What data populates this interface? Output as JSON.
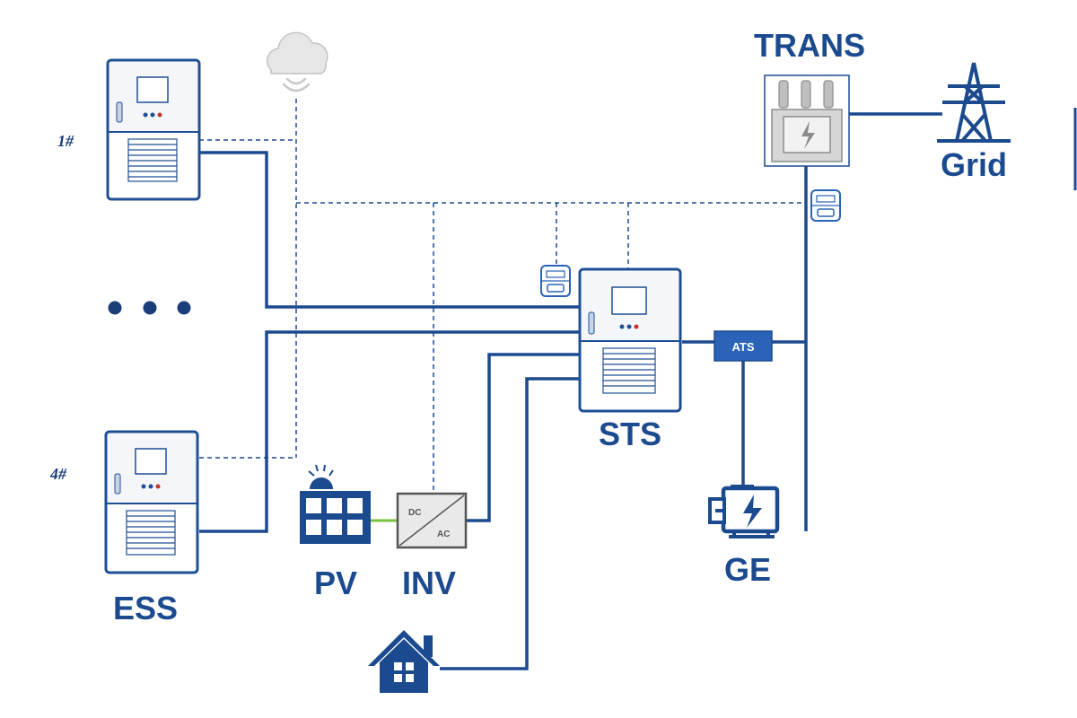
{
  "labels": {
    "trans": "TRANS",
    "grid": "Grid",
    "sts": "STS",
    "ess": "ESS",
    "pv": "PV",
    "inv": "INV",
    "ge": "GE",
    "ats": "ATS",
    "unit_first": "1#",
    "unit_last": "4#",
    "inverter_dc": "DC",
    "inverter_ac": "AC"
  },
  "icons": {
    "cloud": "cloud-wireless-icon",
    "meter": "energy-meter-icon",
    "tower": "transmission-tower-icon",
    "transformer": "transformer-icon",
    "solar": "solar-panel-icon",
    "generator": "generator-icon",
    "house": "house-icon"
  },
  "colors": {
    "power_line": "#1b4a8f",
    "label": "#1b4a8f",
    "cabinet_outline": "#1f4f95",
    "dc_link": "#7cc142",
    "ats_fill": "#2a63b7",
    "cloud": "#cccccc"
  }
}
